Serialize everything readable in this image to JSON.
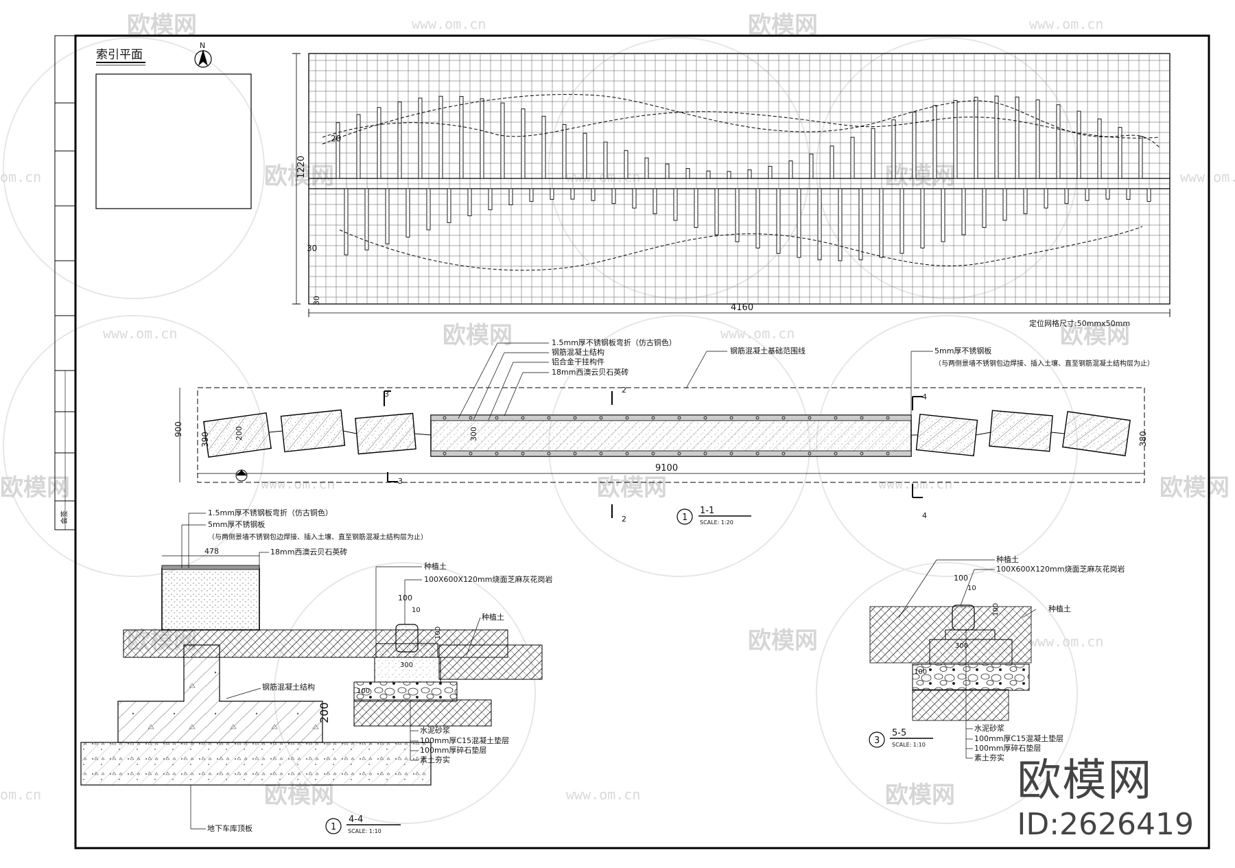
{
  "watermark": {
    "brand": "欧模网",
    "url": "www.om.cn",
    "url_short": "om.cn",
    "id": "ID:2626419"
  },
  "index_plan": {
    "title": "索引平面",
    "north": "N"
  },
  "elevation": {
    "width_label": "4160",
    "height_label": "1220",
    "label_20": "20",
    "label_30a": "30",
    "label_30b": "30",
    "grid_note": "定位网格尺寸:50mmx50mm"
  },
  "plan_1_1": {
    "notes": [
      "1.5mm厚不锈钢板弯折（仿古铜色）",
      "钢筋混凝土结构",
      "铝合金干挂构件",
      "18mm西澳云贝石英砖",
      "钢筋混凝土基础范围线"
    ],
    "note_right_1": "5mm厚不锈钢板",
    "note_right_2": "（与两侧景墙不锈钢包边焊接、插入土壤、直至钢筋混凝土结构层为止）",
    "dim_900": "900",
    "dim_390": "390",
    "dim_380": "380",
    "dim_200": "200",
    "dim_300": "300",
    "dim_9100": "9100",
    "sec_2": "2",
    "sec_3": "3",
    "sec_4": "4",
    "title_num": "1",
    "title": "1-1",
    "scale": "SCALE:  1:20"
  },
  "section_4_4": {
    "note_1": "1.5mm厚不锈钢板弯折（仿古铜色）",
    "note_2": "5mm厚不锈钢板",
    "note_3": "（与两侧景墙不锈钢包边焊接、插入土壤、直至钢筋混凝土结构层为止）",
    "note_4": "18mm西澳云贝石英砖",
    "dim_478": "478",
    "dim_100": "100",
    "dim_10": "10",
    "dim_300": "300",
    "dim_200": "200",
    "soil": "种植土",
    "curb": "100X600X120mm烧面芝麻灰花岗岩",
    "soil_2": "种植土",
    "rc": "钢筋混凝土结构",
    "layers": [
      "水泥砂浆",
      "100mm厚C15混凝土垫层",
      "100mm厚碎石垫层",
      "素土夯实"
    ],
    "roof": "地下车库顶板",
    "title_num": "1",
    "title": "4-4",
    "scale": "SCALE:  1:10"
  },
  "section_5_5": {
    "soil": "种植土",
    "curb": "100X600X120mm烧面芝麻灰花岗岩",
    "soil_2": "种植土",
    "dim_100": "100",
    "dim_10": "10",
    "dim_300": "300",
    "layers": [
      "水泥砂浆",
      "100mm厚C15混凝土垫层",
      "100mm厚碎石垫层",
      "素土夯实"
    ],
    "title_num": "3",
    "title": "5-5",
    "scale": "SCALE:  1:10"
  },
  "sidebar": {
    "label": "会签"
  }
}
